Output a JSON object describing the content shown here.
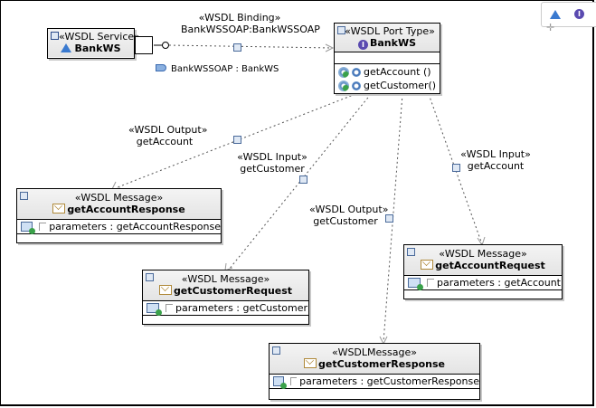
{
  "diagram": {
    "service": {
      "stereotype": "«WSDL Service»",
      "name": "BankWS"
    },
    "binding": {
      "stereotype": "«WSDL Binding»",
      "name": "BankWSSOAP:BankWSSOAP",
      "port_label": "BankWSSOAP : BankWS"
    },
    "port_type": {
      "stereotype": "«WSDL Port Type»",
      "name": "BankWS",
      "operations": [
        "getAccount ()",
        "getCustomer()"
      ]
    },
    "messages": [
      {
        "stereotype": "«WSDL Message»",
        "name": "getAccountResponse",
        "part": "parameters : getAccountResponse"
      },
      {
        "stereotype": "«WSDL Message»",
        "name": "getCustomerRequest",
        "part": "parameters : getCustomer"
      },
      {
        "stereotype": "«WSDL Message»",
        "name": "getAccountRequest",
        "part": "parameters : getAccount"
      },
      {
        "stereotype": "«WSDLMessage»",
        "name": "getCustomerResponse",
        "part": "parameters : getCustomerResponse"
      }
    ],
    "edges": [
      {
        "stereotype": "«WSDL Output»",
        "name": "getAccount"
      },
      {
        "stereotype": "«WSDL Input»",
        "name": "getCustomer"
      },
      {
        "stereotype": "«WSDL Output»",
        "name": "getCustomer"
      },
      {
        "stereotype": "«WSDL Input»",
        "name": "getAccount"
      }
    ]
  },
  "palette": {
    "service_icon": "bell-icon",
    "porttype_icon": "interface-icon",
    "info_glyph": "I"
  }
}
